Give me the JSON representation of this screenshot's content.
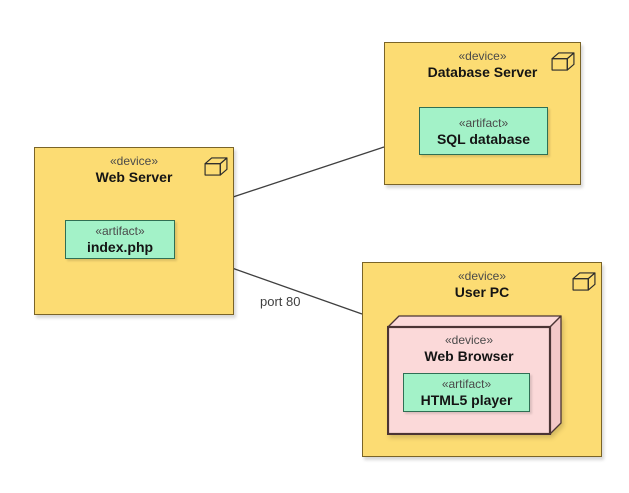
{
  "diagram": {
    "kind": "uml-deployment-diagram",
    "nodes": {
      "web_server": {
        "stereotype": "«device»",
        "name": "Web Server",
        "artifact": {
          "stereotype": "«artifact»",
          "name": "index.php"
        }
      },
      "database_server": {
        "stereotype": "«device»",
        "name": "Database Server",
        "artifact": {
          "stereotype": "«artifact»",
          "name": "SQL database"
        }
      },
      "user_pc": {
        "stereotype": "«device»",
        "name": "User PC",
        "nested_device": {
          "stereotype": "«device»",
          "name": "Web Browser",
          "artifact": {
            "stereotype": "«artifact»",
            "name": "HTML5 player"
          }
        }
      }
    },
    "connections": [
      {
        "from": "Web Server",
        "to": "Database Server",
        "label": ""
      },
      {
        "from": "Web Server",
        "to": "User PC",
        "label": "port 80"
      }
    ],
    "icons": {
      "device_cube": "3d-box-icon"
    },
    "colors": {
      "canvas_bg": "#FFFFFF",
      "device_fill": "#FCDC73",
      "device_stroke": "#7A6428",
      "artifact_fill": "#A3F2C8",
      "artifact_stroke": "#2F6F54",
      "nested_device_fill": "#FBD9D9",
      "nested_device_side_fill": "#F3C8C8",
      "nested_device_stroke": "#4A3434",
      "connector": "#3F3F3F",
      "stereotype_text": "#4A4A4A",
      "name_text": "#141414"
    }
  }
}
